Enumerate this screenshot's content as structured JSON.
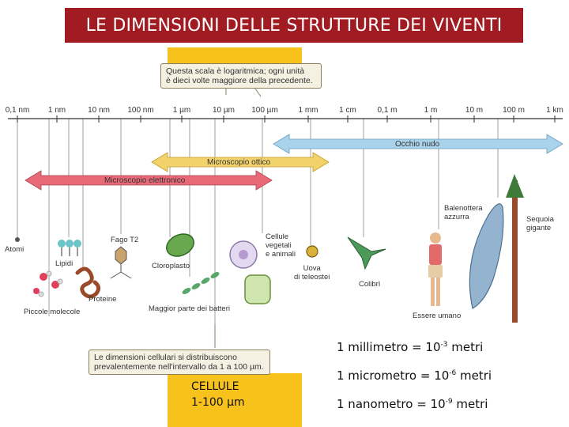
{
  "title": "LE DIMENSIONI DELLE STRUTTURE DEI VIVENTI",
  "callout_top": {
    "line1": "Questa scala è logaritmica; ogni unità",
    "line2": "è dieci volte maggiore della precedente."
  },
  "callout_bottom": {
    "line1": "Le dimensioni cellulari si distribuiscono",
    "line2": "prevalentemente nell'intervallo da 1 a 100 µm."
  },
  "scale_units": [
    "0,1 nm",
    "1 nm",
    "10 nm",
    "100 nm",
    "1 µm",
    "10 µm",
    "100 µm",
    "1 mm",
    "1 cm",
    "0,1 m",
    "1 m",
    "10 m",
    "100 m",
    "1 km"
  ],
  "ranges": {
    "naked_eye": "Occhio nudo",
    "optical_microscope": "Microscopio ottico",
    "electron_microscope": "Microscopio elettronico"
  },
  "items": {
    "atoms": "Atomi",
    "lipids": "Lipidi",
    "small_molecules": "Piccole molecole",
    "proteins": "Proteine",
    "phage": "Fago T2",
    "chloroplast": "Cloroplasto",
    "bacteria": "Maggior parte dei batteri",
    "cells_l1": "Cellule",
    "cells_l2": "vegetali",
    "cells_l3": "e animali",
    "egg_l1": "Uova",
    "egg_l2": "di teleostei",
    "hummingbird": "Colibrì",
    "human": "Essere umano",
    "whale_l1": "Balenottera",
    "whale_l2": "azzurra",
    "sequoia_l1": "Sequoia",
    "sequoia_l2": "gigante"
  },
  "cell_box": {
    "line1": "CELLULE",
    "line2": "1-100 µm"
  },
  "units": {
    "mm_text": "1 millimetro = 10",
    "mm_exp": "-3",
    "mm_suffix": " metri",
    "um_text": "1 micrometro = 10",
    "um_exp": "-6",
    "um_suffix": " metri",
    "nm_text": "1 nanometro = 10",
    "nm_exp": "-9",
    "nm_suffix": " metri"
  },
  "colors": {
    "title_bg": "#a11c22",
    "highlight": "#f7c21c",
    "naked_eye_arrow": "#a9d3ea",
    "optical_arrow": "#f2d36b",
    "electron_arrow": "#e86a78"
  }
}
